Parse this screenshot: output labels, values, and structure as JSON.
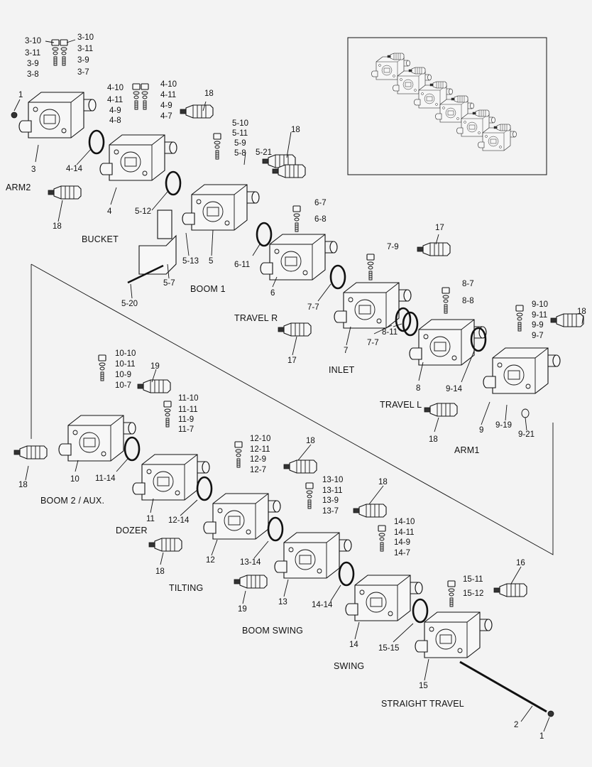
{
  "sections": {
    "arm2": "ARM2",
    "bucket": "BUCKET",
    "boom1": "BOOM 1",
    "travel_r": "TRAVEL R",
    "inlet": "INLET",
    "travel_l": "TRAVEL L",
    "arm1": "ARM1",
    "boom2": "BOOM 2 / AUX.",
    "dozer": "DOZER",
    "tilting": "TILTING",
    "boom_swing": "BOOM SWING",
    "swing": "SWING",
    "straight_travel": "STRAIGHT TRAVEL"
  },
  "callouts": {
    "c3_10a": "3-10",
    "c3_10b": "3-10",
    "c3_11a": "3-11",
    "c3_11b": "3-11",
    "c3_9a": "3-9",
    "c3_9b": "3-9",
    "c3_8": "3-8",
    "c3_7": "3-7",
    "c1a": "1",
    "c3": "3",
    "c4_14": "4-14",
    "c4_10a": "4-10",
    "c4_10b": "4-10",
    "c4_11a": "4-11",
    "c4_11b": "4-11",
    "c4_9a": "4-9",
    "c4_9b": "4-9",
    "c4_8": "4-8",
    "c4_7": "4-7",
    "c18a": "18",
    "c18b": "18",
    "c4": "4",
    "c5_12": "5-12",
    "c5_10": "5-10",
    "c5_11": "5-11",
    "c5_9": "5-9",
    "c5_8": "5-8",
    "c5_21": "5-21",
    "c18c": "18",
    "c5_13": "5-13",
    "c5": "5",
    "c5_7": "5-7",
    "c5_20": "5-20",
    "c6_7": "6-7",
    "c6_8": "6-8",
    "c6_11": "6-11",
    "c6": "6",
    "c17a": "17",
    "c7_9": "7-9",
    "c7_7a": "7-7",
    "c7_7b": "7-7",
    "c7": "7",
    "c17b": "17",
    "c8_7": "8-7",
    "c8_8": "8-8",
    "c8_11": "8-11",
    "c8": "8",
    "c9_10": "9-10",
    "c9_11": "9-11",
    "c9_9": "9-9",
    "c9_7": "9-7",
    "c18d": "18",
    "c9_14": "9-14",
    "c9": "9",
    "c9_19": "9-19",
    "c9_21": "9-21",
    "c18e": "18",
    "c10_10": "10-10",
    "c10_11": "10-11",
    "c10_9": "10-9",
    "c10_7": "10-7",
    "c19a": "19",
    "c10": "10",
    "c18f": "18",
    "c11_14": "11-14",
    "c11_10": "11-10",
    "c11_11": "11-11",
    "c11_9": "11-9",
    "c11_7": "11-7",
    "c11": "11",
    "c12_14": "12-14",
    "c12_10": "12-10",
    "c12_11": "12-11",
    "c12_9": "12-9",
    "c12_7": "12-7",
    "c18g": "18",
    "c18h": "18",
    "c12": "12",
    "c13_10": "13-10",
    "c13_11": "13-11",
    "c13_9": "13-9",
    "c13_7": "13-7",
    "c18i": "18",
    "c13_14": "13-14",
    "c19b": "19",
    "c13": "13",
    "c14_10": "14-10",
    "c14_11": "14-11",
    "c14_9": "14-9",
    "c14_7": "14-7",
    "c14_14": "14-14",
    "c14": "14",
    "c15_11": "15-11",
    "c15_12": "15-12",
    "c16": "16",
    "c15_15": "15-15",
    "c15": "15",
    "c2": "2",
    "c1b": "1"
  },
  "colors": {
    "background": "#f3f3f3",
    "ink": "#111111"
  }
}
